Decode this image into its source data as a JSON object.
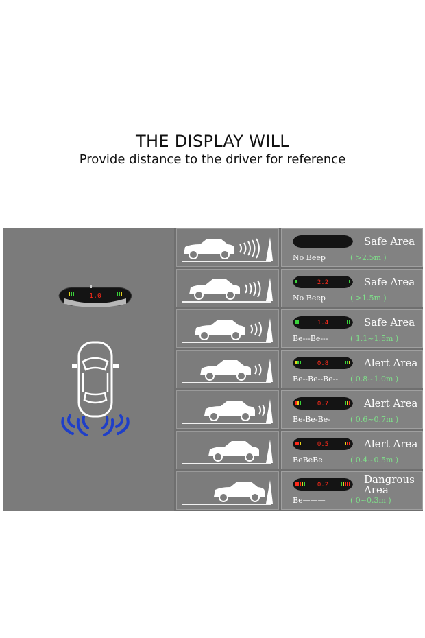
{
  "header": {
    "title": "THE DISPLAY WILL",
    "subtitle": "Provide distance to the driver for reference"
  },
  "main_display": {
    "reading": "1.0"
  },
  "rows": [
    {
      "reading": "",
      "beep": "No Beep",
      "area": "Safe Area",
      "range": "( >2.5m )"
    },
    {
      "reading": "2.2",
      "beep": "No Beep",
      "area": "Safe Area",
      "range": "( >1.5m )"
    },
    {
      "reading": "1.4",
      "beep": "Be---Be---",
      "area": "Safe Area",
      "range": "( 1.1~1.5m )"
    },
    {
      "reading": "0.8",
      "beep": "Be--Be--Be--",
      "area": "Alert Area",
      "range": "( 0.8~1.0m )"
    },
    {
      "reading": "0.7",
      "beep": "Be-Be-Be-",
      "area": "Alert Area",
      "range": "( 0.6~0.7m )"
    },
    {
      "reading": "0.5",
      "beep": "BeBeBe",
      "area": "Alert Area",
      "range": "( 0.4~0.5m )"
    },
    {
      "reading": "0.2",
      "beep": "Be———",
      "area": "Dangrous Area",
      "range": "( 0~0.3m )"
    }
  ],
  "colors": {
    "panel_bg": "#6f6f6f",
    "range_text": "#7fe08a",
    "sensor_waves": "#1f3fc8",
    "led_red": "#ff2a1a",
    "led_green": "#39d23a",
    "led_yellow": "#e6d21a"
  }
}
